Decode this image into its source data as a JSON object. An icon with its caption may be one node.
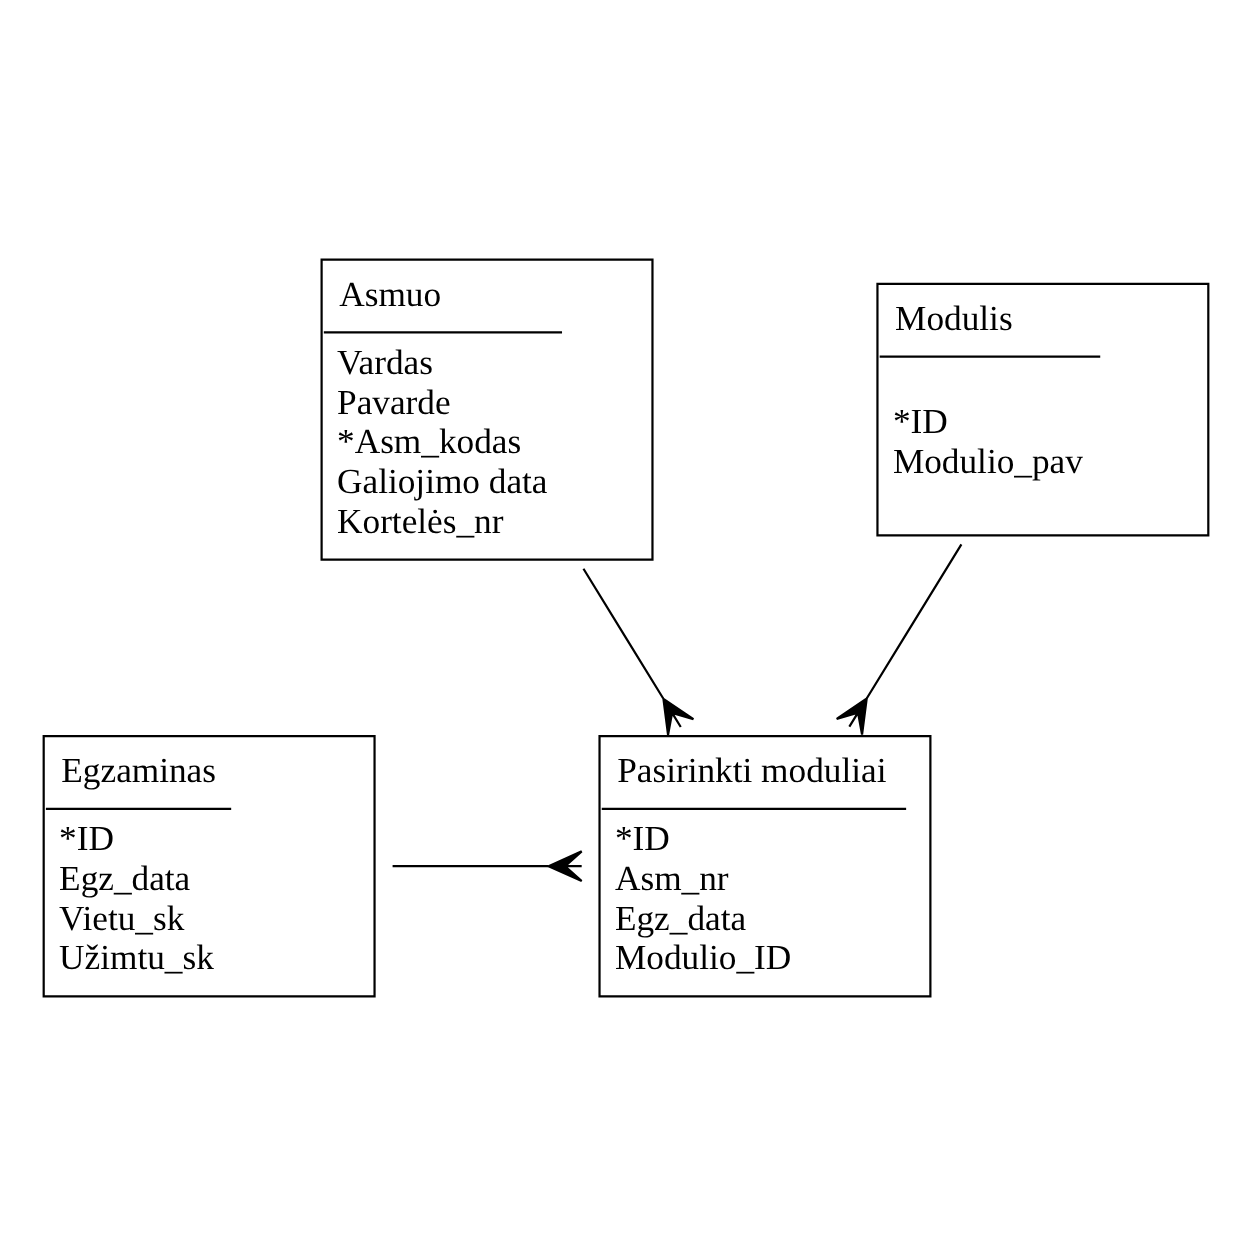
{
  "diagram": {
    "nodes": [
      {
        "text": [
          "Asmuo",
          "Vardas",
          "Pavarde",
          "*Asm_kodas",
          "Galiojimo data",
          "Kortelės_nr"
        ]
      },
      {
        "text": [
          "Modulis",
          "*ID",
          "Modulio_pav"
        ]
      },
      {
        "text": [
          "Egzaminas",
          "*ID",
          "Egz_data",
          "Vietu_sk",
          "Užimtu_sk"
        ]
      },
      {
        "text": [
          "Pasirinkti moduliai",
          "*ID",
          "Asm_nr",
          "Egz_data",
          "Modulio_ID"
        ]
      }
    ],
    "edges": [
      {
        "from": 0,
        "to": 3,
        "arrow": "other"
      },
      {
        "from": 1,
        "to": 3,
        "arrow": "other"
      },
      {
        "from": 2,
        "to": 3,
        "arrow": "other"
      }
    ]
  }
}
